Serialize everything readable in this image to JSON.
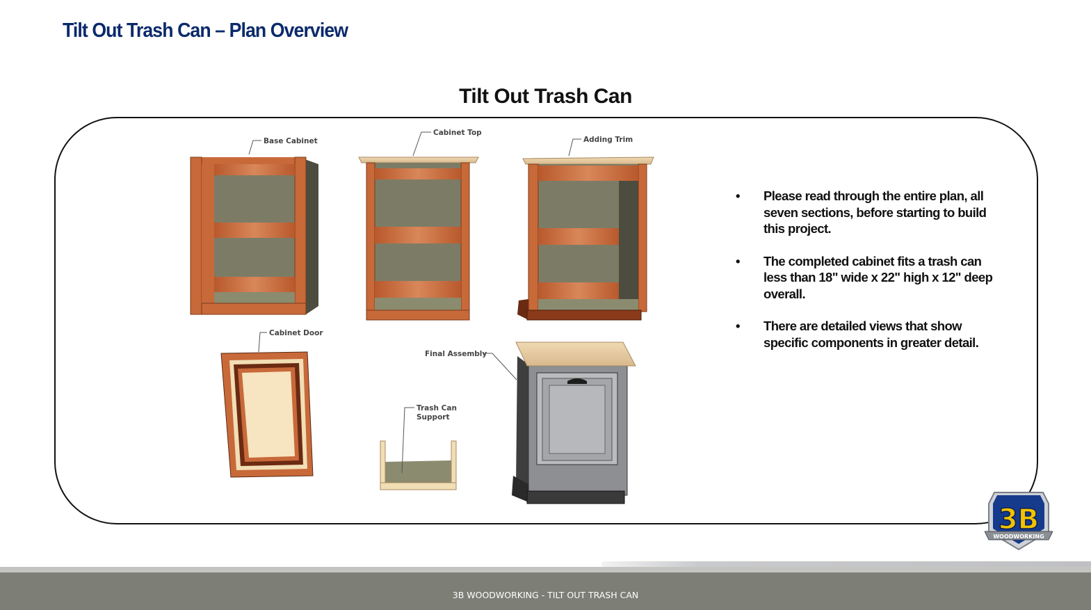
{
  "slide": {
    "title": "Tilt Out Trash Can – Plan Overview"
  },
  "content": {
    "title": "Tilt Out Trash Can"
  },
  "figures": {
    "labels": {
      "base_cabinet": "Base Cabinet",
      "cabinet_top": "Cabinet Top",
      "adding_trim": "Adding Trim",
      "cabinet_door": "Cabinet Door",
      "final_assembly": "Final Assembly",
      "support_line1": "Trash Can",
      "support_line2": "Support"
    }
  },
  "notes": [
    "Please read through the entire plan, all seven sections, before starting to build this project.",
    "The completed cabinet fits a trash can less than 18\" wide x 22\" high x 12\" deep overall.",
    "There are detailed views that show specific components in greater detail."
  ],
  "bullet_char": "•",
  "footer": {
    "text": "3B WOODWORKING - TILT OUT TRASH CAN"
  },
  "logo": {
    "big": "3B",
    "banner": "WOODWORKING"
  },
  "colors": {
    "title": "#0b2a6b",
    "wood": "#c8693a",
    "footer": "#7d7f76",
    "logo_blue": "#163a8c",
    "logo_yellow": "#f2c200"
  }
}
